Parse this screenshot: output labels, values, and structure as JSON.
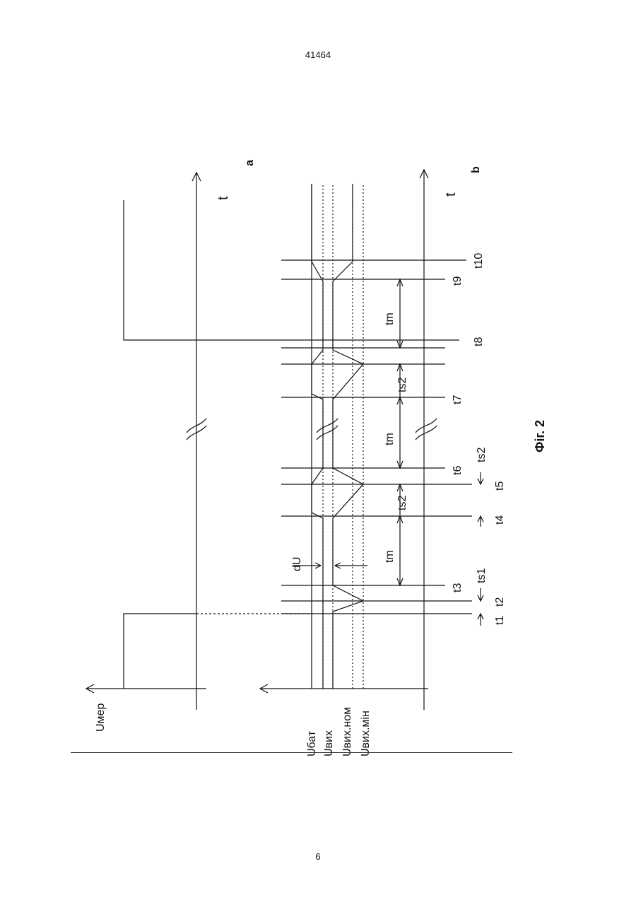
{
  "header": {
    "doc_number": "41464"
  },
  "footer": {
    "page_number": "6"
  },
  "figure": {
    "caption": "Фіг. 2",
    "panel_a": "a",
    "panel_b": "b",
    "time_axis": "t",
    "signals": {
      "u_meas": "Uмер",
      "u_bat": "Uбат",
      "u_out": "Uвих",
      "u_out_nom": "Uвих.ном",
      "u_out_min": "Uвих.мін"
    },
    "dU": "dU",
    "time_marks": [
      "t1",
      "t2",
      "t3",
      "t4",
      "t5",
      "t6",
      "t7",
      "t8",
      "t9",
      "t10"
    ],
    "intervals": {
      "ts1": "ts1",
      "ts2": "ts2",
      "tm": "tm"
    }
  }
}
